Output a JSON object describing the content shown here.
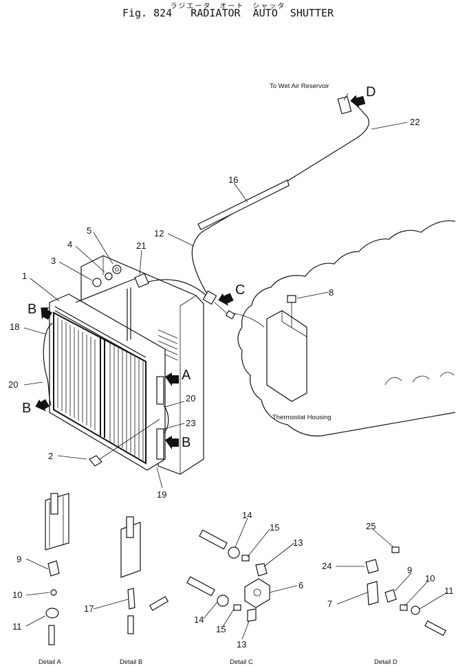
{
  "header": {
    "japanese_title": "ラジエータ　オート　シャッタ",
    "title": "Fig. 824   RADIATOR  AUTO  SHUTTER"
  },
  "annotations": {
    "wet_air": "To Wet Air Reservoir",
    "thermostat": "Thermostat Housing"
  },
  "detail_labels": {
    "a": "Detail A",
    "b": "Detail B",
    "c": "Detail C",
    "d": "Detail D"
  },
  "view_letters": {
    "a": "A",
    "b": "B",
    "c": "C",
    "d": "D"
  },
  "part_numbers": {
    "p1": "1",
    "p2": "2",
    "p3": "3",
    "p4": "4",
    "p5": "5",
    "p6": "6",
    "p7": "7",
    "p8": "8",
    "p9": "9",
    "p10": "10",
    "p11": "11",
    "p12": "12",
    "p13": "13",
    "p14": "14",
    "p15": "15",
    "p16": "16",
    "p17": "17",
    "p18": "18",
    "p19": "19",
    "p20": "20",
    "p21": "21",
    "p22": "22",
    "p23": "23",
    "p24": "24",
    "p25": "25"
  }
}
